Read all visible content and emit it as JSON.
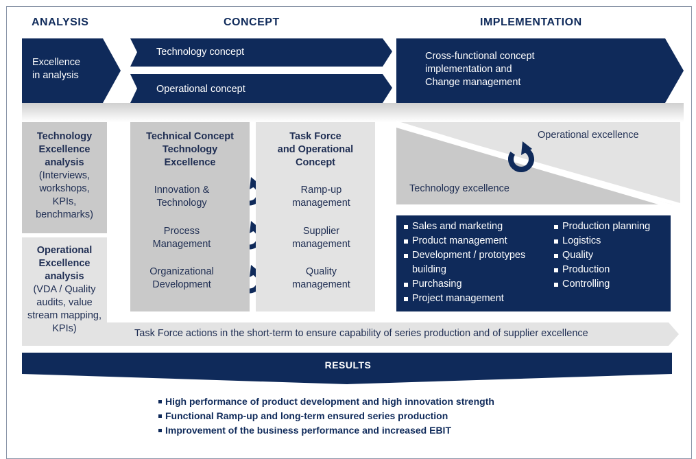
{
  "phases": {
    "analysis": "ANALYSIS",
    "concept": "CONCEPT",
    "implementation": "IMPLEMENTATION"
  },
  "arrows": {
    "analysis": [
      "Excellence",
      "in analysis"
    ],
    "technology_concept": "Technology concept",
    "operational_concept": "Operational concept",
    "implementation": [
      "Cross-functional concept",
      "implementation and",
      "Change management"
    ]
  },
  "analysis_boxes": {
    "technology": {
      "title": [
        "Technology",
        "Excellence",
        "analysis"
      ],
      "detail": [
        "(Interviews,",
        "workshops,",
        "KPIs,",
        "benchmarks)"
      ]
    },
    "operational": {
      "title": [
        "Operational",
        "Excellence",
        "analysis"
      ],
      "detail": [
        "(VDA / Quality",
        "audits, value",
        "stream mapping,",
        "KPIs)"
      ]
    }
  },
  "concept_boxes": {
    "technical": {
      "title": [
        "Technical Concept",
        "Technology",
        "Excellence"
      ],
      "items": [
        [
          "Innovation &",
          "Technology"
        ],
        [
          "Process",
          "Management"
        ],
        [
          "Organizational",
          "Development"
        ]
      ]
    },
    "task_force": {
      "title": [
        "Task Force",
        "and Operational",
        "Concept"
      ],
      "items": [
        [
          "Ramp-up",
          "management"
        ],
        [
          "Supplier",
          "management"
        ],
        [
          "Quality",
          "management"
        ]
      ]
    }
  },
  "implementation_diagram": {
    "operational": "Operational excellence",
    "technology": "Technology excellence"
  },
  "functions": {
    "left": [
      "Sales and marketing",
      "Product management",
      "Development / prototypes building",
      "Purchasing",
      "Project management"
    ],
    "right": [
      "Production planning",
      "Logistics",
      "Quality",
      "Production",
      "Controlling"
    ]
  },
  "task_force_bar": "Task Force actions in the short-term to ensure capability of series production and of supplier excellence",
  "results": {
    "label": "RESULTS",
    "items": [
      "High performance of product development and high innovation strength",
      "Functional Ramp-up and long-term ensured series production",
      "Improvement of the business performance and increased EBIT"
    ]
  },
  "colors": {
    "navy": "#0f2a5a",
    "gray": "#c9c9c9",
    "light_gray": "#e3e3e3"
  }
}
